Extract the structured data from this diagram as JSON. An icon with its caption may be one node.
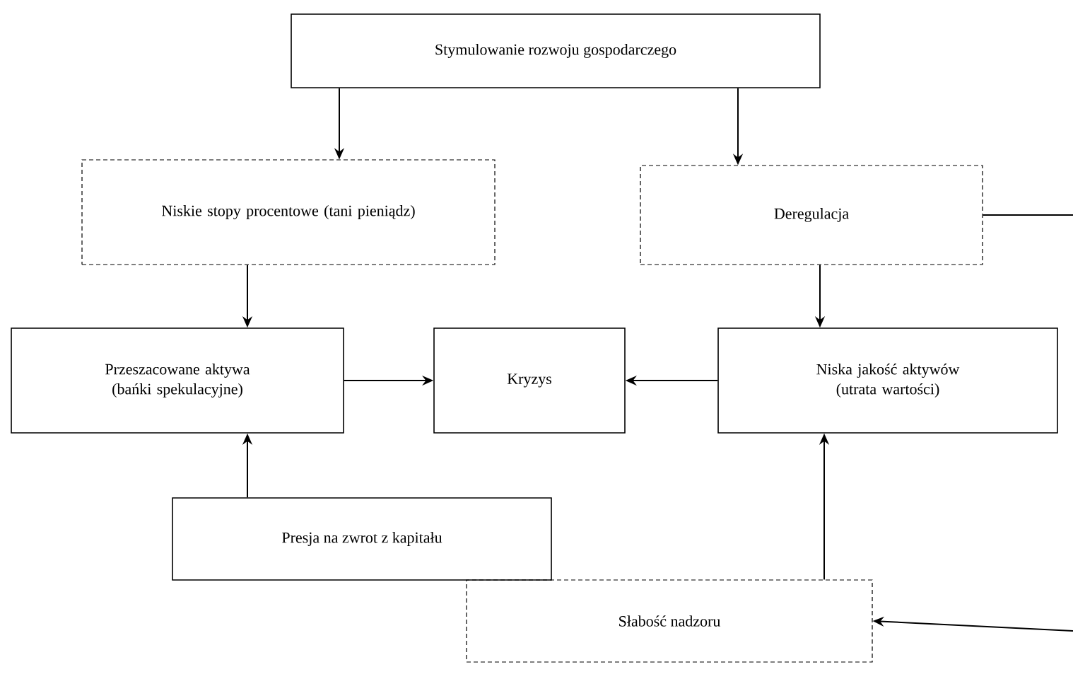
{
  "diagram": {
    "nodes": [
      {
        "text": [
          "Stymulowanie rozwoju gospodarczego"
        ]
      },
      {
        "text": [
          "Niskie stopy procentowe (tani pieniądz)"
        ]
      },
      {
        "text": [
          "Deregulacja"
        ]
      },
      {
        "text": [
          "Przeszacowane aktywa (bańki spekulacyjne)"
        ]
      },
      {
        "text": [
          "Kryzys"
        ]
      },
      {
        "text": [
          "Niska jakość aktywów (utrata wartości)"
        ]
      },
      {
        "text": [
          "Presja na zwrot z kapitału"
        ]
      },
      {
        "text": [
          "Słabość nadzoru"
        ]
      }
    ],
    "edges": [
      {
        "from": 0,
        "to": 1,
        "arrow": "to"
      },
      {
        "from": 0,
        "to": 2,
        "arrow": "to"
      },
      {
        "from": 1,
        "to": 3,
        "arrow": "to"
      },
      {
        "from": 2,
        "to": 5,
        "arrow": "to"
      },
      {
        "from": 3,
        "to": 4,
        "arrow": "to"
      },
      {
        "from": 5,
        "to": 4,
        "arrow": "to"
      },
      {
        "from": 6,
        "to": 3,
        "arrow": "to"
      },
      {
        "from": 7,
        "to": 5,
        "arrow": "to"
      },
      {
        "from": 2,
        "to": null,
        "arrow": "none"
      },
      {
        "from": null,
        "to": 7,
        "arrow": "to"
      }
    ]
  }
}
